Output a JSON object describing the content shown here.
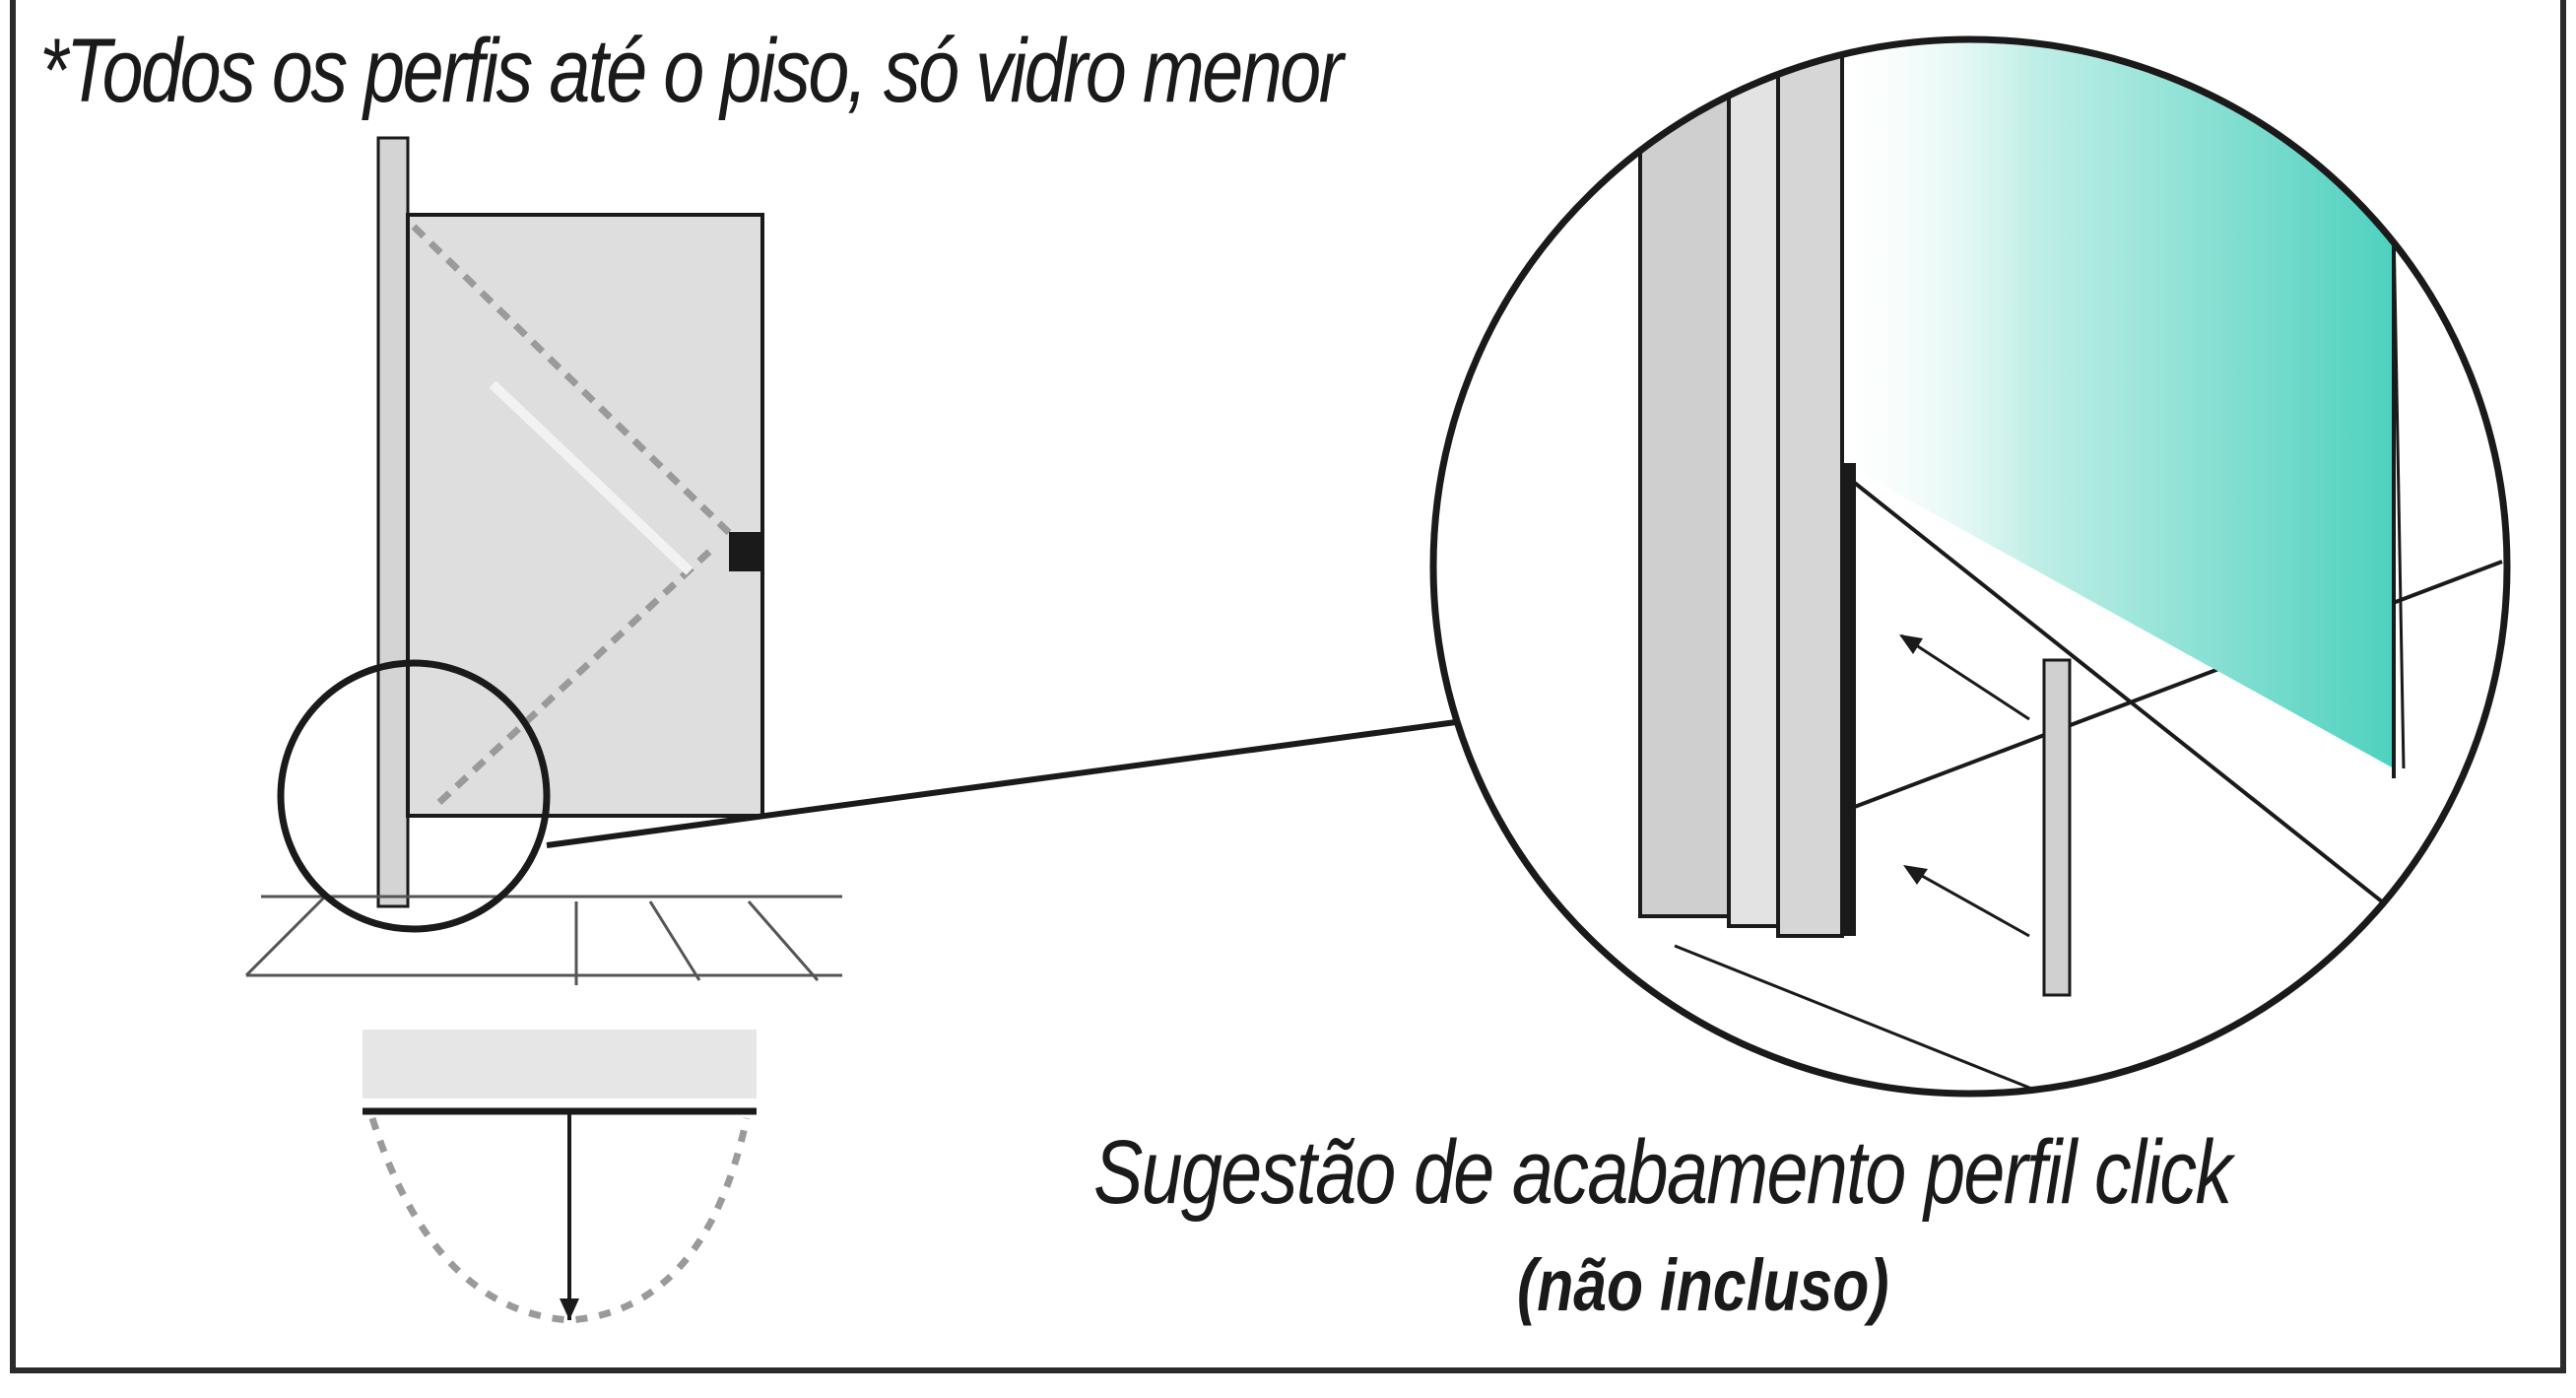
{
  "note": "*Todos os perfis até o piso, só vidro menor",
  "caption": "Sugestão de acabamento perfil click",
  "subcaption": "(não incluso)",
  "colors": {
    "line": "#1a1a1a",
    "door_fill": "#dcdcdc",
    "profile_fill": "#c8c8c8",
    "glass": "#5fd6c6",
    "swing_dash": "#9a9a9a"
  },
  "icons": [
    "door-illustration",
    "magnifier-circle",
    "callout-line",
    "detail-circle",
    "glass-panel",
    "profile-strip",
    "insert-arrow",
    "door-swing-plan"
  ]
}
